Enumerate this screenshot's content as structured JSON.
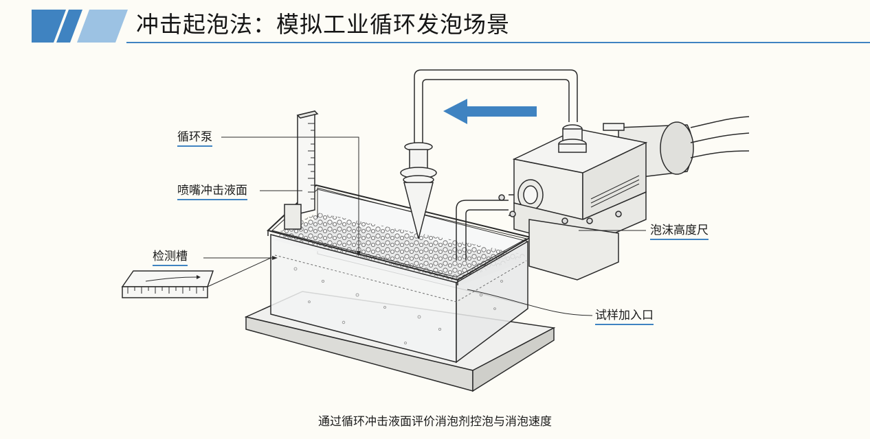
{
  "header": {
    "title": "冲击起泡法：模拟工业循环发泡场景",
    "accent_color": "#3f83c1"
  },
  "labels": {
    "pump": "循环泵",
    "nozzle_surface": "喷嘴冲击液面",
    "test_tank": "检测槽",
    "foam_scale": "泡沫高度尺",
    "sample_inlet": "试样加入口"
  },
  "caption": "通过循环冲击液面评价消泡剂控泡与消泡速度",
  "icons": {
    "flow_arrow": "arrow-left-icon"
  },
  "colors": {
    "line": "#2a2a2a",
    "arrow": "#3f83c1",
    "background": "#fdfcf6"
  }
}
